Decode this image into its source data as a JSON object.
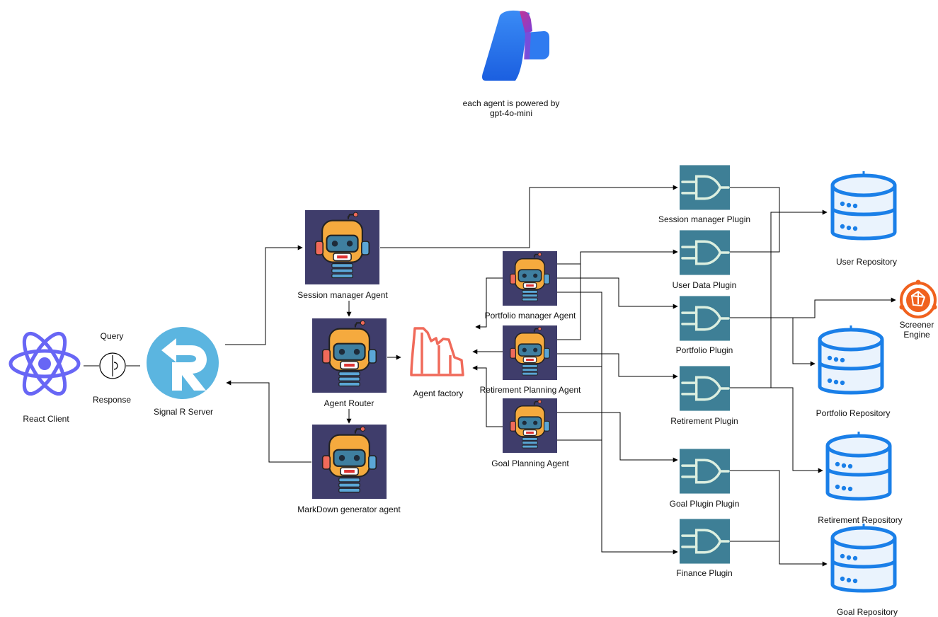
{
  "header": {
    "caption_line1": "each agent is powered by",
    "caption_line2": "gpt-4o-mini"
  },
  "nodes": {
    "react_client": "React Client",
    "query": "Query",
    "response": "Response",
    "signalr_server": "Signal R Server",
    "session_manager_agent": "Session manager Agent",
    "agent_router": "Agent Router",
    "markdown_agent": "MarkDown generator agent",
    "agent_factory": "Agent factory",
    "portfolio_manager_agent": "Portfolio manager Agent",
    "retirement_planning_agent": "Retirement Planning Agent",
    "goal_planning_agent": "Goal Planning Agent",
    "session_manager_plugin": "Session manager Plugin",
    "user_data_plugin": "User Data Plugin",
    "portfolio_plugin": "Portfolio Plugin",
    "retirement_plugin": "Retirement Plugin",
    "goal_plugin": "Goal Plugin Plugin",
    "finance_plugin": "Finance Plugin",
    "user_repository": "User Repository",
    "screener_engine_line1": "Screener",
    "screener_engine_line2": "Engine",
    "portfolio_repository": "Portfolio Repository",
    "retirement_repository": "Retirement Repository",
    "goal_repository": "Goal Repository"
  },
  "colors": {
    "react": "#6866f5",
    "signalr": "#5bb5e0",
    "robot_bg": "#3f3d6b",
    "robot_face": "#f5aa3e",
    "robot_visor": "#3f7fa0",
    "plugin_bg": "#3e7f96",
    "plugin_gate": "#dcefe0",
    "database": "#1a7fe8",
    "database_light": "#eaf3fd",
    "factory": "#f06a5a",
    "screener": "#f0611e",
    "copilot_blue": "#1b6cf0",
    "copilot_pink": "#c03596"
  },
  "icons": {
    "header": "copilot-logo-icon",
    "client": "react-atom-icon",
    "server": "signalr-icon",
    "agent": "robot-agent-icon",
    "factory": "factory-icon",
    "plugin": "logic-gate-plugin-icon",
    "repository": "database-icon",
    "engine": "screener-globe-icon"
  }
}
